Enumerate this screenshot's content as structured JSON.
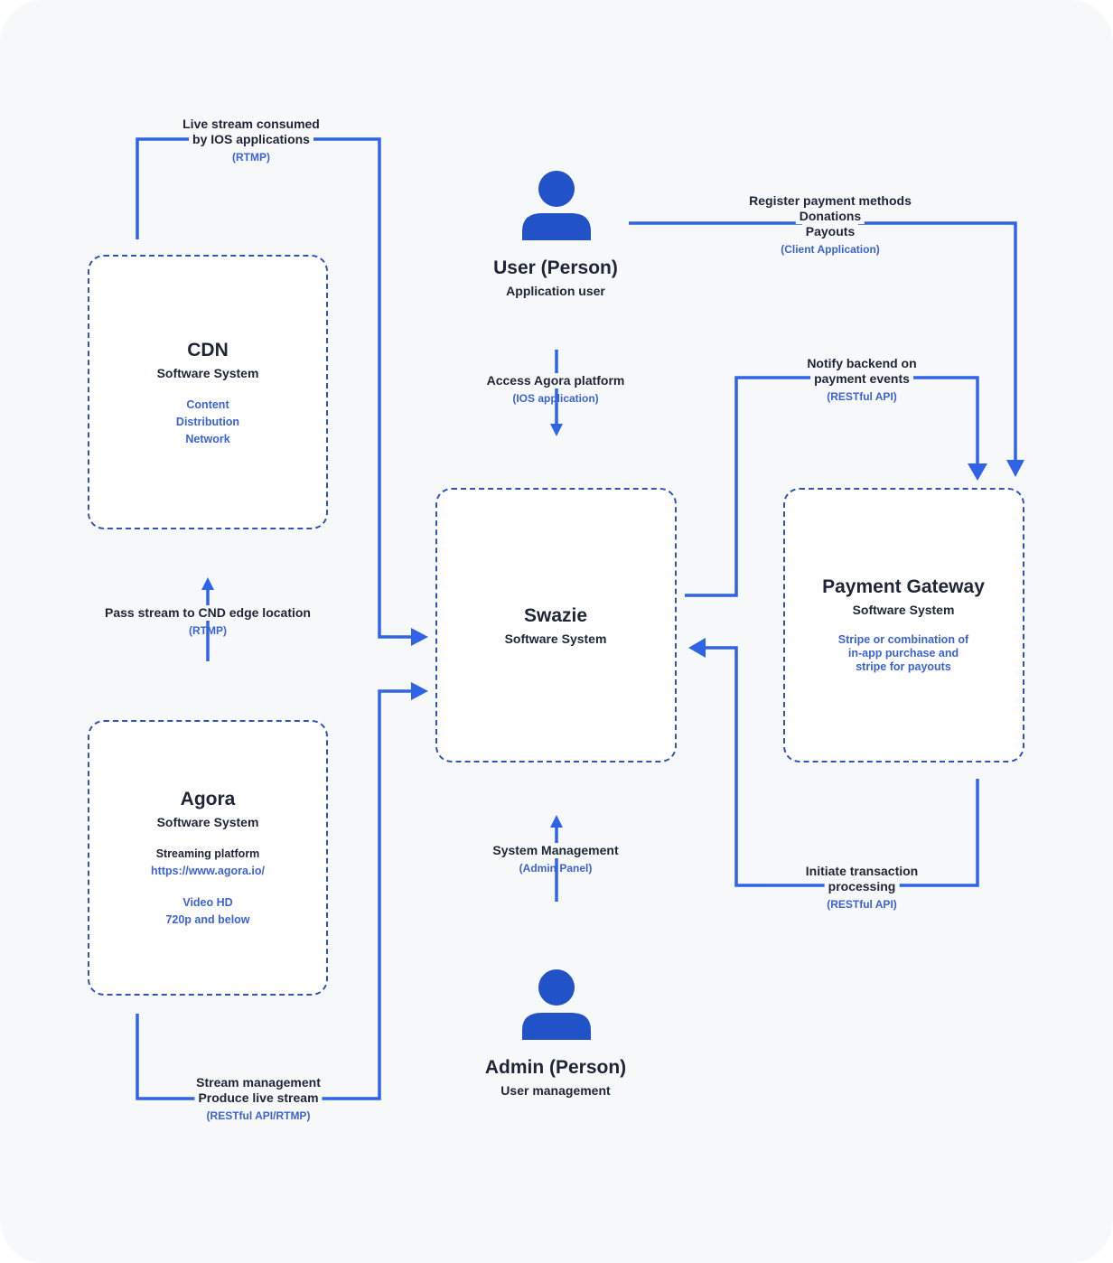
{
  "colors": {
    "line": "#2f64e6",
    "box_border": "#2f55b6",
    "icon": "#2152c8",
    "text": "#1d2536",
    "accent_text": "#3c63d6",
    "background": "#f7f8fa"
  },
  "nodes": {
    "cdn": {
      "title": "CDN",
      "type": "Software System",
      "desc": [
        "Content",
        "Distribution",
        "Network"
      ]
    },
    "agora": {
      "title": "Agora",
      "type": "Software System",
      "desc1": "Streaming platform",
      "link": "https://www.agora.io/",
      "desc2": [
        "Video HD",
        "720p and below"
      ]
    },
    "swazie": {
      "title": "Swazie",
      "type": "Software System"
    },
    "payment": {
      "title": "Payment Gateway",
      "type": "Software System",
      "desc": [
        "Stripe or combination of",
        "in-app purchase and",
        "stripe for payouts"
      ]
    },
    "user": {
      "title": "User (Person)",
      "role": "Application user",
      "icon": "person-icon"
    },
    "admin": {
      "title": "Admin (Person)",
      "role": "User management",
      "icon": "person-icon"
    }
  },
  "edges": {
    "live_stream": {
      "lines": [
        "Live stream consumed",
        "by IOS applications"
      ],
      "protocol": "(RTMP)"
    },
    "register": {
      "lines": [
        "Register payment methods",
        "Donations",
        "Payouts"
      ],
      "protocol": "(Client Application)"
    },
    "access": {
      "lines": [
        "Access Agora platform"
      ],
      "protocol": "(IOS application)"
    },
    "notify": {
      "lines": [
        "Notify backend on",
        "payment events"
      ],
      "protocol": "(RESTful API)"
    },
    "pass_stream": {
      "lines": [
        "Pass stream to CND edge location"
      ],
      "protocol": "(RTMP)"
    },
    "system_mgmt": {
      "lines": [
        "System Management"
      ],
      "protocol": "(Admin Panel)"
    },
    "initiate": {
      "lines": [
        "Initiate transaction",
        "processing"
      ],
      "protocol": "(RESTful API)"
    },
    "stream_mgmt": {
      "lines": [
        "Stream management",
        "Produce live stream"
      ],
      "protocol": "(RESTful API/RTMP)"
    }
  }
}
